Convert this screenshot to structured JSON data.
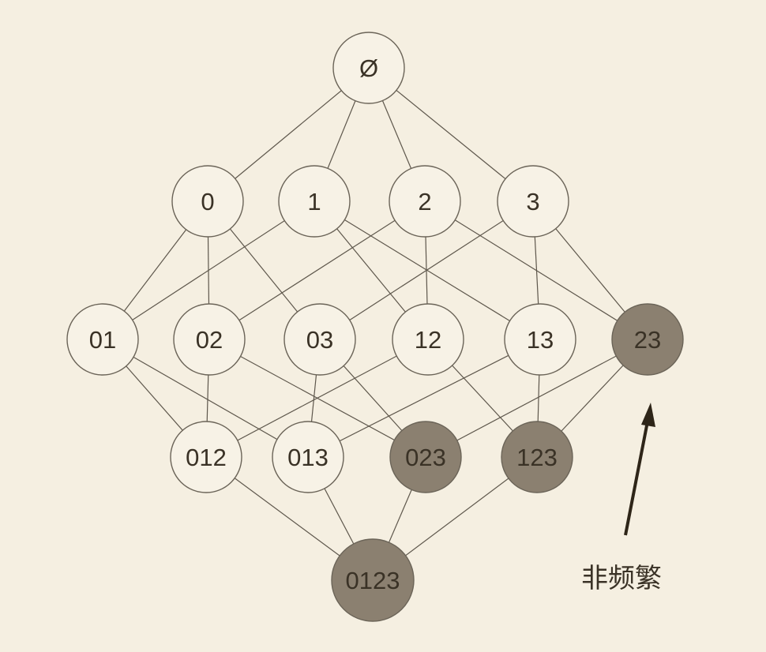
{
  "diagram": {
    "colors": {
      "background": "#f5efe1",
      "node_fill": "#f7f2e6",
      "node_stroke": "#6b6458",
      "infrequent_fill": "#8b8070",
      "edge": "#5e574c",
      "arrow": "#2e2518",
      "text": "#3a3226"
    },
    "nodes": [
      {
        "id": "empty",
        "label": "Ø",
        "infrequent": false
      },
      {
        "id": "s0",
        "label": "0",
        "infrequent": false
      },
      {
        "id": "s1",
        "label": "1",
        "infrequent": false
      },
      {
        "id": "s2",
        "label": "2",
        "infrequent": false
      },
      {
        "id": "s3",
        "label": "3",
        "infrequent": false
      },
      {
        "id": "s01",
        "label": "01",
        "infrequent": false
      },
      {
        "id": "s02",
        "label": "02",
        "infrequent": false
      },
      {
        "id": "s03",
        "label": "03",
        "infrequent": false
      },
      {
        "id": "s12",
        "label": "12",
        "infrequent": false
      },
      {
        "id": "s13",
        "label": "13",
        "infrequent": false
      },
      {
        "id": "s23",
        "label": "23",
        "infrequent": true
      },
      {
        "id": "s012",
        "label": "012",
        "infrequent": false
      },
      {
        "id": "s013",
        "label": "013",
        "infrequent": false
      },
      {
        "id": "s023",
        "label": "023",
        "infrequent": true
      },
      {
        "id": "s123",
        "label": "123",
        "infrequent": true
      },
      {
        "id": "s0123",
        "label": "0123",
        "infrequent": true
      }
    ],
    "edges": [
      [
        "empty",
        "s0"
      ],
      [
        "empty",
        "s1"
      ],
      [
        "empty",
        "s2"
      ],
      [
        "empty",
        "s3"
      ],
      [
        "s0",
        "s01"
      ],
      [
        "s0",
        "s02"
      ],
      [
        "s0",
        "s03"
      ],
      [
        "s1",
        "s01"
      ],
      [
        "s1",
        "s12"
      ],
      [
        "s1",
        "s13"
      ],
      [
        "s2",
        "s02"
      ],
      [
        "s2",
        "s12"
      ],
      [
        "s2",
        "s23"
      ],
      [
        "s3",
        "s03"
      ],
      [
        "s3",
        "s13"
      ],
      [
        "s3",
        "s23"
      ],
      [
        "s01",
        "s012"
      ],
      [
        "s01",
        "s013"
      ],
      [
        "s02",
        "s012"
      ],
      [
        "s02",
        "s023"
      ],
      [
        "s03",
        "s013"
      ],
      [
        "s03",
        "s023"
      ],
      [
        "s12",
        "s012"
      ],
      [
        "s12",
        "s123"
      ],
      [
        "s13",
        "s013"
      ],
      [
        "s13",
        "s123"
      ],
      [
        "s23",
        "s023"
      ],
      [
        "s23",
        "s123"
      ],
      [
        "s012",
        "s0123"
      ],
      [
        "s013",
        "s0123"
      ],
      [
        "s023",
        "s0123"
      ],
      [
        "s123",
        "s0123"
      ]
    ],
    "annotation": {
      "text": "非频繁",
      "target": "s23",
      "icon": "arrow-up-icon"
    }
  }
}
